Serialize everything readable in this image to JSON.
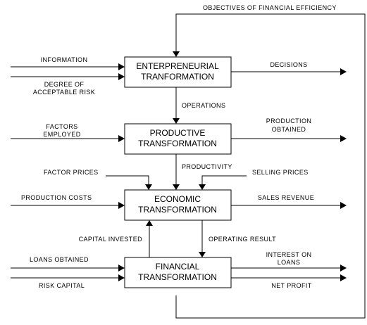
{
  "boxes": {
    "enterpreneurial": {
      "line1": "ENTERPRENEURIAL",
      "line2": "TRANFORMATION"
    },
    "productive": {
      "line1": "PRODUCTIVE",
      "line2": "TRANSFORMATION"
    },
    "economic": {
      "line1": "ECONOMIC",
      "line2": "TRANSFORMATION"
    },
    "financial": {
      "line1": "FINANCIAL",
      "line2": "TRANSFORMATION"
    }
  },
  "labels": {
    "objectives": "OBJECTIVES OF FINANCIAL EFFICIENCY",
    "information": "INFORMATION",
    "degree_risk_1": "DEGREE OF",
    "degree_risk_2": "ACCEPTABLE RISK",
    "decisions": "DECISIONS",
    "operations": "OPERATIONS",
    "factors_1": "FACTORS",
    "factors_2": "EMPLOYED",
    "production_obtained_1": "PRODUCTION",
    "production_obtained_2": "OBTAINED",
    "factor_prices": "FACTOR PRICES",
    "productivity": "PRODUCTIVITY",
    "selling_prices": "SELLING PRICES",
    "production_costs": "PRODUCTION COSTS",
    "sales_revenue": "SALES REVENUE",
    "capital_invested": "CAPITAL INVESTED",
    "operating_result": "OPERATING RESULT",
    "loans_obtained": "LOANS OBTAINED",
    "interest_1": "INTEREST ON",
    "interest_2": "LOANS",
    "risk_capital": "RISK CAPITAL",
    "net_profit": "NET PROFIT"
  }
}
